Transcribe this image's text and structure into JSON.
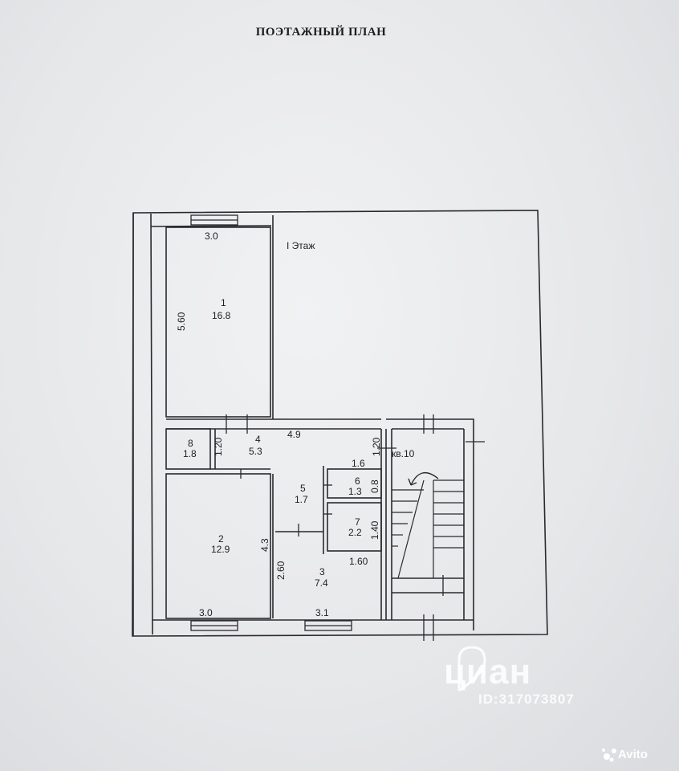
{
  "title": "ПОЭТАЖНЫЙ ПЛАН",
  "floor_label": "I Этаж",
  "apartment_label": "кв.10",
  "rooms": [
    {
      "number": "1",
      "area": "16.8"
    },
    {
      "number": "2",
      "area": "12.9"
    },
    {
      "number": "3",
      "area": "7.4"
    },
    {
      "number": "4",
      "area": "5.3"
    },
    {
      "number": "5",
      "area": "1.7"
    },
    {
      "number": "6",
      "area": "1.3"
    },
    {
      "number": "7",
      "area": "2.2"
    },
    {
      "number": "8",
      "area": "1.8"
    }
  ],
  "dimensions": {
    "room1_width": "3.0",
    "room1_height": "5.60",
    "corridor_width": "4.9",
    "room8_height": "1.20",
    "stair_width": "1.20",
    "room6_width": "1.6",
    "room6_height": "0.8",
    "room7_height": "1.40",
    "room7_width": "1.60",
    "room2_height": "4.3",
    "room3_height": "2.60",
    "room2_width": "3.0",
    "room3_width": "3.1"
  },
  "watermark": {
    "brand": "циан",
    "id_text": "ID:317073807",
    "avito": "Avito"
  }
}
